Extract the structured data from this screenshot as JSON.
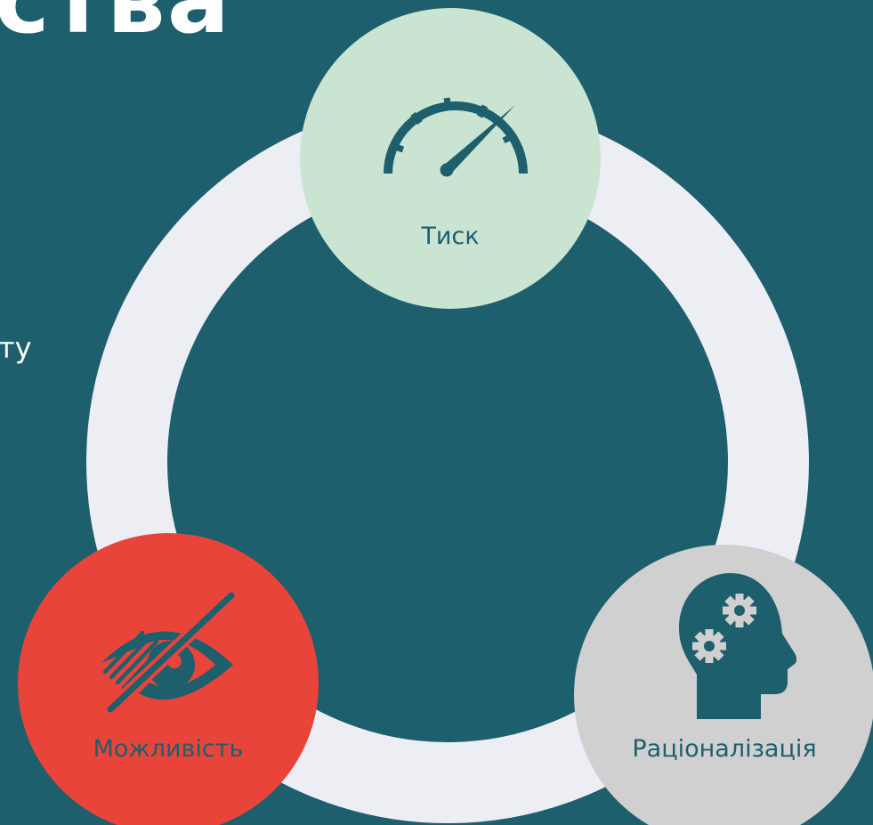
{
  "title_fragment": "ства",
  "side_fragment": "ту",
  "nodes": {
    "pressure": {
      "label": "Тиск",
      "icon": "speedometer-icon",
      "color": "#c9e5d1"
    },
    "opportunity": {
      "label": "Можливість",
      "icon": "eye-crossed-icon",
      "color": "#e8443a"
    },
    "rationalization": {
      "label": "Раціоналізація",
      "icon": "head-gears-icon",
      "color": "#d0d0d0"
    }
  },
  "colors": {
    "background": "#1e5f6d",
    "ring": "#eceef4",
    "text": "#ffffff",
    "icon": "#1e5f6d"
  }
}
